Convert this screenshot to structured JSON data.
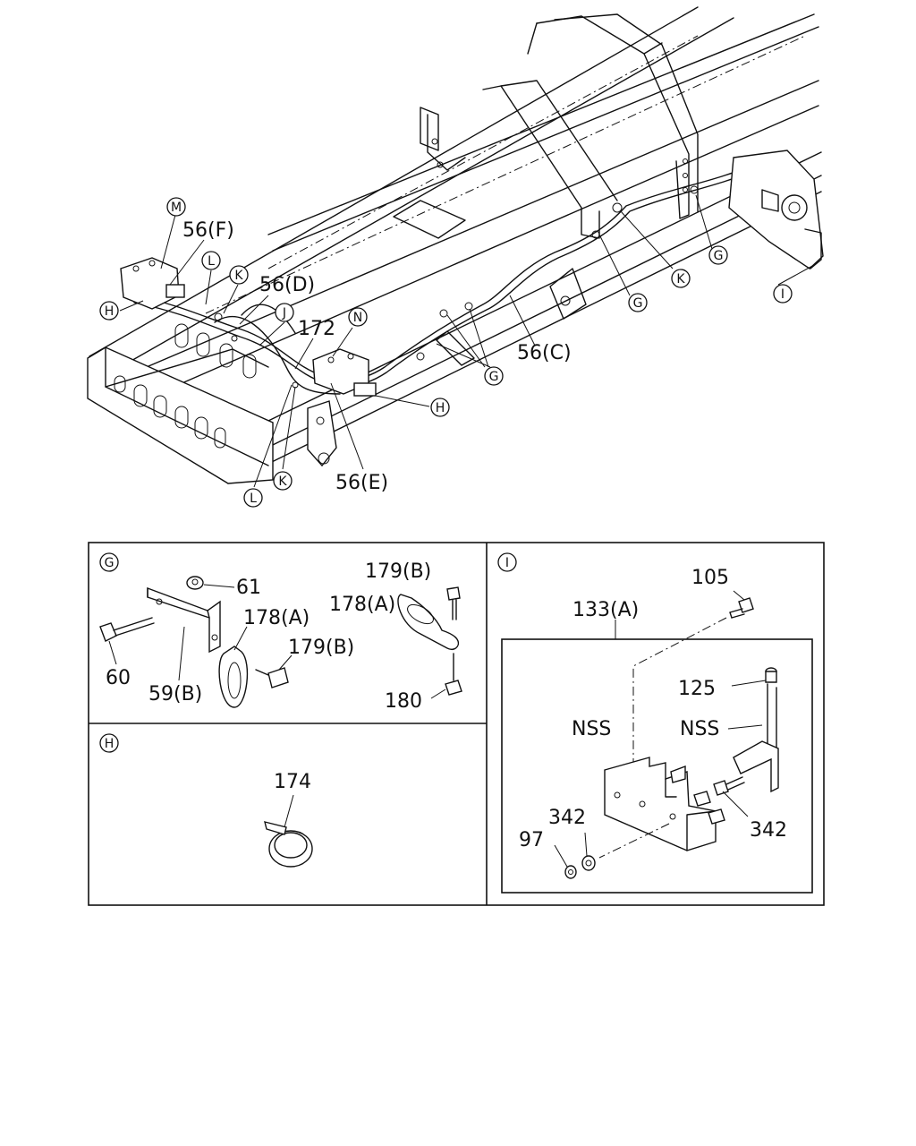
{
  "main_labels": {
    "m": "M",
    "f56": "56(F)",
    "l_top": "L",
    "k_top": "K",
    "d56": "56(D)",
    "h_left": "H",
    "j": "J",
    "n": "N",
    "l172": "172",
    "h_right": "H",
    "l_bottom": "L",
    "k_bottom": "K",
    "e56": "56(E)",
    "g_mid": "G",
    "c56": "56(C)",
    "g_right": "G",
    "k_right": "K",
    "g_far": "G",
    "i": "I"
  },
  "panel_g": {
    "letter": "G",
    "p61": "61",
    "p60": "60",
    "p59b": "59(B)",
    "p178a_left": "178(A)",
    "p179b_left": "179(B)",
    "p179b_right": "179(B)",
    "p178a_right": "178(A)",
    "p180": "180"
  },
  "panel_h": {
    "letter": "H",
    "p174": "174"
  },
  "panel_i": {
    "letter": "I",
    "p105": "105",
    "p133a": "133(A)",
    "p125": "125",
    "nss_left": "NSS",
    "nss_right": "NSS",
    "p342_right": "342",
    "p342_left": "342",
    "p97": "97"
  }
}
